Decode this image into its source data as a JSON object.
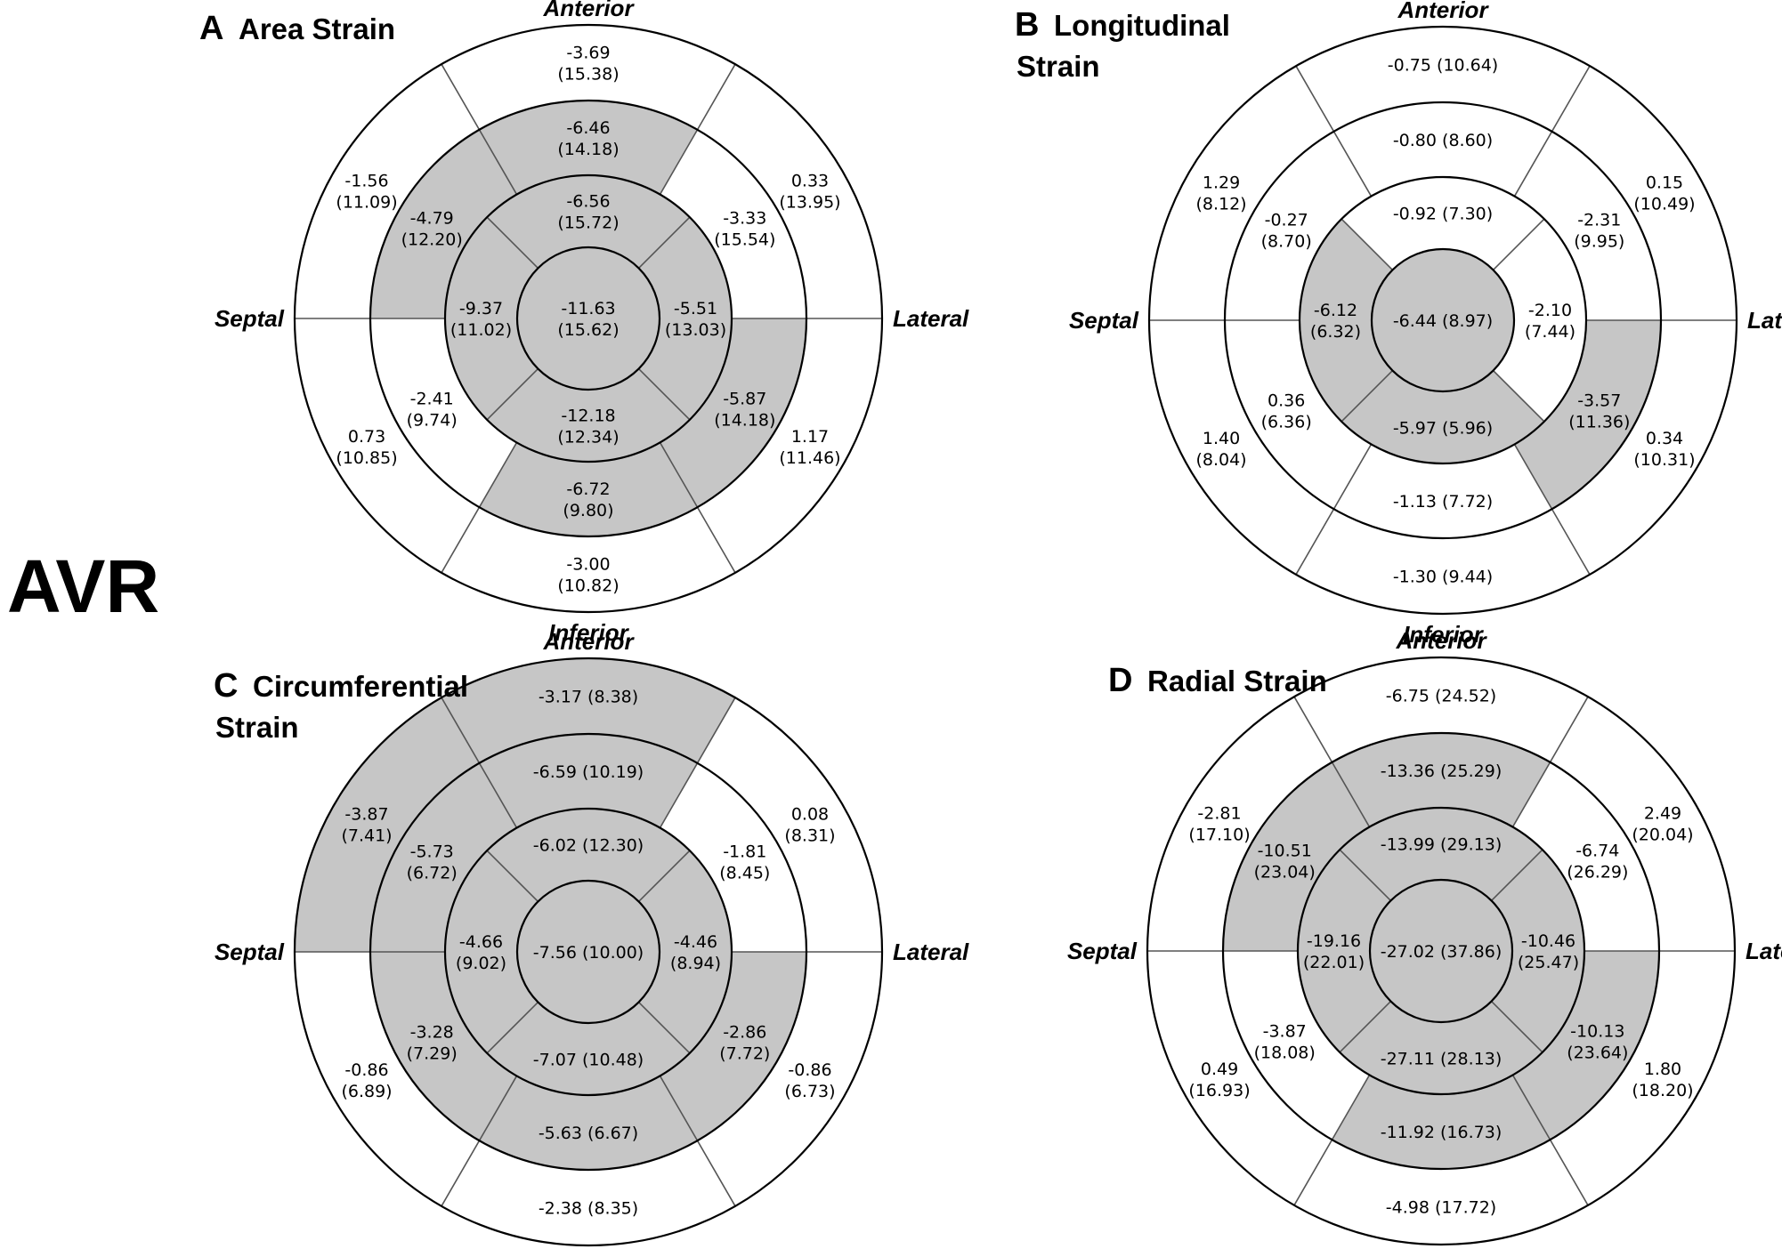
{
  "figure_label": "AVR",
  "colors": {
    "shaded": "#c6c6c6",
    "plain": "#ffffff",
    "line": "#000000",
    "spoke": "#555555"
  },
  "directions": {
    "anterior": "Anterior",
    "inferior": "Inferior",
    "septal": "Septal",
    "lateral": "Lateral"
  },
  "panels": [
    {
      "letter": "A",
      "title_lines": [
        "Area Strain"
      ],
      "segments": {
        "basal": [
          {
            "lines": [
              "-3.69",
              "(15.38)"
            ],
            "shaded": false
          },
          {
            "lines": [
              "0.33",
              "(13.95)"
            ],
            "shaded": false
          },
          {
            "lines": [
              "1.17",
              "(11.46)"
            ],
            "shaded": false
          },
          {
            "lines": [
              "-3.00",
              "(10.82)"
            ],
            "shaded": false
          },
          {
            "lines": [
              "0.73",
              "(10.85)"
            ],
            "shaded": false
          },
          {
            "lines": [
              "-1.56",
              "(11.09)"
            ],
            "shaded": false
          }
        ],
        "mid": [
          {
            "lines": [
              "-6.46",
              "(14.18)"
            ],
            "shaded": true
          },
          {
            "lines": [
              "-3.33",
              "(15.54)"
            ],
            "shaded": false
          },
          {
            "lines": [
              "-5.87",
              "(14.18)"
            ],
            "shaded": true
          },
          {
            "lines": [
              "-6.72",
              "(9.80)"
            ],
            "shaded": true
          },
          {
            "lines": [
              "-2.41",
              "(9.74)"
            ],
            "shaded": false
          },
          {
            "lines": [
              "-4.79",
              "(12.20)"
            ],
            "shaded": true
          }
        ],
        "apical": [
          {
            "lines": [
              "-6.56",
              "(15.72)"
            ],
            "shaded": true
          },
          {
            "lines": [
              "-5.51",
              "(13.03)"
            ],
            "shaded": true
          },
          {
            "lines": [
              "-12.18",
              "(12.34)"
            ],
            "shaded": true
          },
          {
            "lines": [
              "-9.37",
              "(11.02)"
            ],
            "shaded": true
          }
        ],
        "apex": {
          "lines": [
            "-11.63",
            "(15.62)"
          ],
          "shaded": true
        }
      }
    },
    {
      "letter": "B",
      "title_lines": [
        "Longitudinal",
        "Strain"
      ],
      "segments": {
        "basal": [
          {
            "lines": [
              "-0.75 (10.64)"
            ],
            "shaded": false
          },
          {
            "lines": [
              "0.15",
              "(10.49)"
            ],
            "shaded": false
          },
          {
            "lines": [
              "0.34",
              "(10.31)"
            ],
            "shaded": false
          },
          {
            "lines": [
              "-1.30 (9.44)"
            ],
            "shaded": false
          },
          {
            "lines": [
              "1.40",
              "(8.04)"
            ],
            "shaded": false
          },
          {
            "lines": [
              "1.29",
              "(8.12)"
            ],
            "shaded": false
          }
        ],
        "mid": [
          {
            "lines": [
              "-0.80 (8.60)"
            ],
            "shaded": false
          },
          {
            "lines": [
              "-2.31",
              "(9.95)"
            ],
            "shaded": false
          },
          {
            "lines": [
              "-3.57",
              "(11.36)"
            ],
            "shaded": true
          },
          {
            "lines": [
              "-1.13 (7.72)"
            ],
            "shaded": false
          },
          {
            "lines": [
              "0.36",
              "(6.36)"
            ],
            "shaded": false
          },
          {
            "lines": [
              "-0.27",
              "(8.70)"
            ],
            "shaded": false
          }
        ],
        "apical": [
          {
            "lines": [
              "-0.92 (7.30)"
            ],
            "shaded": false
          },
          {
            "lines": [
              "-2.10",
              "(7.44)"
            ],
            "shaded": false
          },
          {
            "lines": [
              "-5.97 (5.96)"
            ],
            "shaded": true
          },
          {
            "lines": [
              "-6.12",
              "(6.32)"
            ],
            "shaded": true
          }
        ],
        "apex": {
          "lines": [
            "-6.44 (8.97)"
          ],
          "shaded": true
        }
      }
    },
    {
      "letter": "C",
      "title_lines": [
        "Circumferential",
        "Strain"
      ],
      "segments": {
        "basal": [
          {
            "lines": [
              "-3.17 (8.38)"
            ],
            "shaded": true
          },
          {
            "lines": [
              "0.08",
              "(8.31)"
            ],
            "shaded": false
          },
          {
            "lines": [
              "-0.86",
              "(6.73)"
            ],
            "shaded": false
          },
          {
            "lines": [
              "-2.38 (8.35)"
            ],
            "shaded": false
          },
          {
            "lines": [
              "-0.86",
              "(6.89)"
            ],
            "shaded": false
          },
          {
            "lines": [
              "-3.87",
              "(7.41)"
            ],
            "shaded": true
          }
        ],
        "mid": [
          {
            "lines": [
              "-6.59 (10.19)"
            ],
            "shaded": true
          },
          {
            "lines": [
              "-1.81",
              "(8.45)"
            ],
            "shaded": false
          },
          {
            "lines": [
              "-2.86",
              "(7.72)"
            ],
            "shaded": true
          },
          {
            "lines": [
              "-5.63 (6.67)"
            ],
            "shaded": true
          },
          {
            "lines": [
              "-3.28",
              "(7.29)"
            ],
            "shaded": true
          },
          {
            "lines": [
              "-5.73",
              "(6.72)"
            ],
            "shaded": true
          }
        ],
        "apical": [
          {
            "lines": [
              "-6.02 (12.30)"
            ],
            "shaded": true
          },
          {
            "lines": [
              "-4.46",
              "(8.94)"
            ],
            "shaded": true
          },
          {
            "lines": [
              "-7.07 (10.48)"
            ],
            "shaded": true
          },
          {
            "lines": [
              "-4.66",
              "(9.02)"
            ],
            "shaded": true
          }
        ],
        "apex": {
          "lines": [
            "-7.56 (10.00)"
          ],
          "shaded": true
        }
      }
    },
    {
      "letter": "D",
      "title_lines": [
        "Radial Strain"
      ],
      "segments": {
        "basal": [
          {
            "lines": [
              "-6.75 (24.52)"
            ],
            "shaded": false
          },
          {
            "lines": [
              "2.49",
              "(20.04)"
            ],
            "shaded": false
          },
          {
            "lines": [
              "1.80",
              "(18.20)"
            ],
            "shaded": false
          },
          {
            "lines": [
              "-4.98 (17.72)"
            ],
            "shaded": false
          },
          {
            "lines": [
              "0.49",
              "(16.93)"
            ],
            "shaded": false
          },
          {
            "lines": [
              "-2.81",
              "(17.10)"
            ],
            "shaded": false
          }
        ],
        "mid": [
          {
            "lines": [
              "-13.36 (25.29)"
            ],
            "shaded": true
          },
          {
            "lines": [
              "-6.74",
              "(26.29)"
            ],
            "shaded": false
          },
          {
            "lines": [
              "-10.13",
              "(23.64)"
            ],
            "shaded": true
          },
          {
            "lines": [
              "-11.92 (16.73)"
            ],
            "shaded": true
          },
          {
            "lines": [
              "-3.87",
              "(18.08)"
            ],
            "shaded": false
          },
          {
            "lines": [
              "-10.51",
              "(23.04)"
            ],
            "shaded": true
          }
        ],
        "apical": [
          {
            "lines": [
              "-13.99 (29.13)"
            ],
            "shaded": true
          },
          {
            "lines": [
              "-10.46",
              "(25.47)"
            ],
            "shaded": true
          },
          {
            "lines": [
              "-27.11 (28.13)"
            ],
            "shaded": true
          },
          {
            "lines": [
              "-19.16",
              "(22.01)"
            ],
            "shaded": true
          }
        ],
        "apex": {
          "lines": [
            "-27.02 (37.86)"
          ],
          "shaded": true
        }
      }
    }
  ]
}
